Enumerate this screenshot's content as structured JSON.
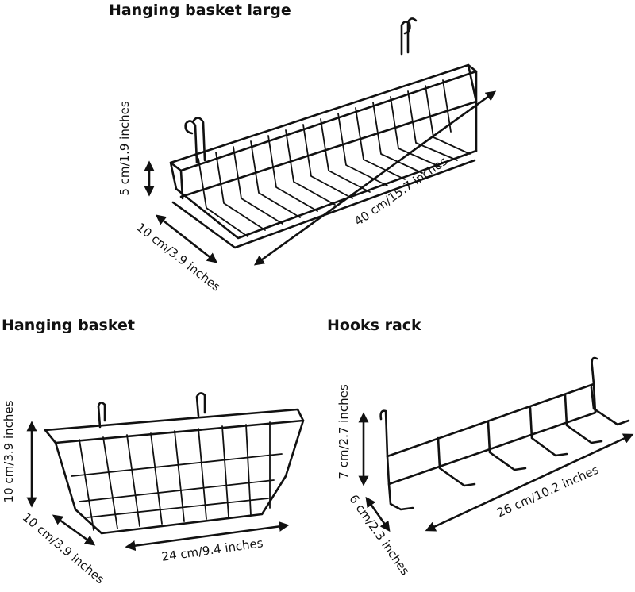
{
  "products": {
    "large": {
      "title": "Hanging basket large",
      "height": "5 cm/1.9 inches",
      "depth": "10 cm/3.9 inches",
      "length": "40 cm/15.7 inches"
    },
    "basket": {
      "title": "Hanging basket",
      "height": "10 cm/3.9 inches",
      "depth": "10 cm/3.9 inches",
      "length": "24 cm/9.4 inches"
    },
    "hooks": {
      "title": "Hooks rack",
      "height": "7 cm/2.7 inches",
      "depth": "6 cm/2.3 inches",
      "length": "26 cm/10.2 inches"
    }
  },
  "colors": {
    "wire": "#111111",
    "background": "#ffffff"
  }
}
